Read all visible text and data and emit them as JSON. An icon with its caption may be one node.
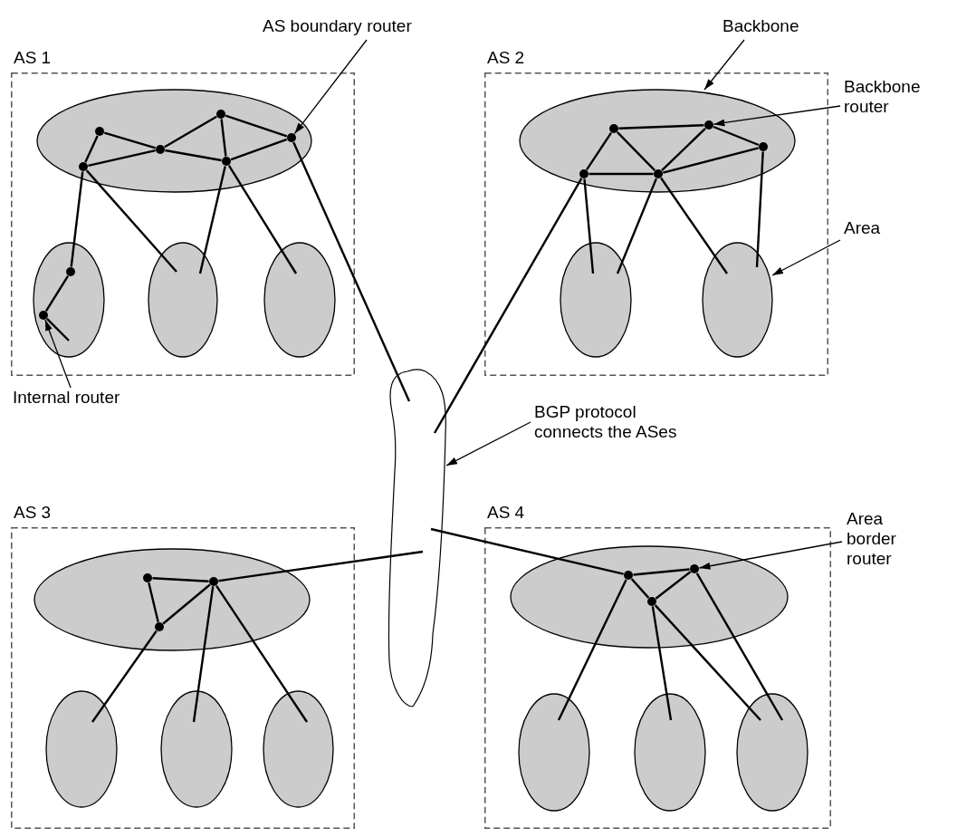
{
  "diagram": {
    "nodes": [
      {
        "text": [
          "AS boundary router"
        ]
      },
      {
        "text": [
          "AS 1"
        ]
      },
      {
        "text": [],
        "shape": "ellipse",
        "in": 1
      },
      {
        "text": [],
        "shape": "circle",
        "in": 2
      },
      {
        "text": [],
        "shape": "circle",
        "in": 2
      },
      {
        "text": [],
        "shape": "circle",
        "in": 2
      },
      {
        "text": [],
        "shape": "circle",
        "in": 2
      },
      {
        "text": [],
        "shape": "circle",
        "in": 2
      },
      {
        "text": [],
        "shape": "circle",
        "in": 2
      },
      {
        "text": [],
        "shape": "ellipse",
        "in": 1
      },
      {
        "text": [],
        "shape": "circle",
        "in": 9
      },
      {
        "text": [],
        "shape": "circle",
        "in": 9
      },
      {
        "text": [],
        "shape": "ellipse",
        "in": 1
      },
      {
        "text": [],
        "shape": "ellipse",
        "in": 1
      },
      {
        "text": [
          "Internal router"
        ]
      },
      {
        "text": [
          "Backbone"
        ]
      },
      {
        "text": [
          "AS 2"
        ]
      },
      {
        "text": [],
        "shape": "ellipse",
        "in": 16
      },
      {
        "text": [],
        "shape": "circle",
        "in": 17
      },
      {
        "text": [],
        "shape": "circle",
        "in": 17
      },
      {
        "text": [],
        "shape": "circle",
        "in": 17
      },
      {
        "text": [],
        "shape": "circle",
        "in": 17
      },
      {
        "text": [],
        "shape": "circle",
        "in": 17
      },
      {
        "text": [],
        "shape": "ellipse",
        "in": 16
      },
      {
        "text": [],
        "shape": "ellipse",
        "in": 16
      },
      {
        "text": [
          "Backbone router"
        ]
      },
      {
        "text": [
          "Area"
        ]
      },
      {
        "text": [],
        "shape": "cloud"
      },
      {
        "text": [
          "BGP protocol connects the ASes"
        ]
      },
      {
        "text": [
          "AS 3"
        ]
      },
      {
        "text": [],
        "shape": "ellipse",
        "in": 29
      },
      {
        "text": [],
        "shape": "circle",
        "in": 30
      },
      {
        "text": [],
        "shape": "circle",
        "in": 30
      },
      {
        "text": [],
        "shape": "circle",
        "in": 30
      },
      {
        "text": [],
        "shape": "ellipse",
        "in": 29
      },
      {
        "text": [],
        "shape": "ellipse",
        "in": 29
      },
      {
        "text": [],
        "shape": "ellipse",
        "in": 29
      },
      {
        "text": [
          "AS 4"
        ]
      },
      {
        "text": [],
        "shape": "ellipse",
        "in": 37
      },
      {
        "text": [],
        "shape": "circle",
        "in": 38
      },
      {
        "text": [],
        "shape": "circle",
        "in": 38
      },
      {
        "text": [],
        "shape": "circle",
        "in": 38
      },
      {
        "text": [],
        "shape": "ellipse",
        "in": 37
      },
      {
        "text": [],
        "shape": "ellipse",
        "in": 37
      },
      {
        "text": [],
        "shape": "ellipse",
        "in": 37
      },
      {
        "text": [
          "Area border router"
        ]
      }
    ],
    "edges": [
      {
        "from": 3,
        "to": 4,
        "arrow": "none"
      },
      {
        "from": 3,
        "to": 5,
        "arrow": "none"
      },
      {
        "from": 4,
        "to": 5,
        "arrow": "none"
      },
      {
        "from": 5,
        "to": 6,
        "arrow": "none"
      },
      {
        "from": 5,
        "to": 7,
        "arrow": "none"
      },
      {
        "from": 6,
        "to": 7,
        "arrow": "none"
      },
      {
        "from": 6,
        "to": 8,
        "arrow": "none"
      },
      {
        "from": 7,
        "to": 8,
        "arrow": "none"
      },
      {
        "from": 4,
        "to": 10,
        "arrow": "none"
      },
      {
        "from": 10,
        "to": 11,
        "arrow": "none"
      },
      {
        "from": 11,
        "to": 9,
        "arrow": "none"
      },
      {
        "from": 4,
        "to": 12,
        "arrow": "none"
      },
      {
        "from": 7,
        "to": 12,
        "arrow": "none"
      },
      {
        "from": 7,
        "to": 13,
        "arrow": "none"
      },
      {
        "from": 8,
        "to": 27,
        "arrow": "none"
      },
      {
        "from": 0,
        "to": 8,
        "arrow": "to"
      },
      {
        "from": 14,
        "to": 11,
        "arrow": "to"
      },
      {
        "from": 18,
        "to": 19,
        "arrow": "none"
      },
      {
        "from": 18,
        "to": 21,
        "arrow": "none"
      },
      {
        "from": 18,
        "to": 22,
        "arrow": "none"
      },
      {
        "from": 19,
        "to": 22,
        "arrow": "none"
      },
      {
        "from": 19,
        "to": 20,
        "arrow": "none"
      },
      {
        "from": 20,
        "to": 22,
        "arrow": "none"
      },
      {
        "from": 21,
        "to": 22,
        "arrow": "none"
      },
      {
        "from": 21,
        "to": 27,
        "arrow": "none"
      },
      {
        "from": 21,
        "to": 23,
        "arrow": "none"
      },
      {
        "from": 22,
        "to": 23,
        "arrow": "none"
      },
      {
        "from": 22,
        "to": 24,
        "arrow": "none"
      },
      {
        "from": 20,
        "to": 24,
        "arrow": "none"
      },
      {
        "from": 15,
        "to": 17,
        "arrow": "to"
      },
      {
        "from": 25,
        "to": 19,
        "arrow": "to"
      },
      {
        "from": 26,
        "to": 24,
        "arrow": "to"
      },
      {
        "from": 28,
        "to": 27,
        "arrow": "to"
      },
      {
        "from": 31,
        "to": 32,
        "arrow": "none"
      },
      {
        "from": 31,
        "to": 33,
        "arrow": "none"
      },
      {
        "from": 32,
        "to": 33,
        "arrow": "none"
      },
      {
        "from": 32,
        "to": 27,
        "arrow": "none"
      },
      {
        "from": 33,
        "to": 34,
        "arrow": "none"
      },
      {
        "from": 32,
        "to": 35,
        "arrow": "none"
      },
      {
        "from": 32,
        "to": 36,
        "arrow": "none"
      },
      {
        "from": 39,
        "to": 40,
        "arrow": "none"
      },
      {
        "from": 39,
        "to": 41,
        "arrow": "none"
      },
      {
        "from": 40,
        "to": 41,
        "arrow": "none"
      },
      {
        "from": 39,
        "to": 27,
        "arrow": "none"
      },
      {
        "from": 39,
        "to": 42,
        "arrow": "none"
      },
      {
        "from": 41,
        "to": 43,
        "arrow": "none"
      },
      {
        "from": 41,
        "to": 44,
        "arrow": "none"
      },
      {
        "from": 40,
        "to": 44,
        "arrow": "none"
      },
      {
        "from": 45,
        "to": 40,
        "arrow": "to"
      }
    ]
  }
}
